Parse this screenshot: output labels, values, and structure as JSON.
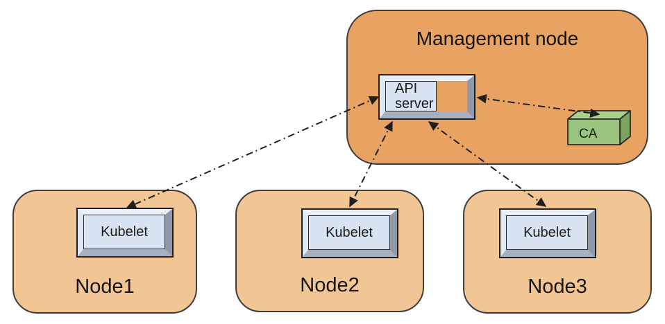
{
  "diagram": {
    "management_node": {
      "title": "Management node",
      "api_server_label": "API server",
      "ca_label": "CA"
    },
    "nodes": [
      {
        "label": "Node1",
        "component": "Kubelet"
      },
      {
        "label": "Node2",
        "component": "Kubelet"
      },
      {
        "label": "Node3",
        "component": "Kubelet"
      }
    ],
    "connections": [
      {
        "from": "kubelet-node1",
        "to": "api-server",
        "style": "dash-dot",
        "bidirectional": true
      },
      {
        "from": "kubelet-node2",
        "to": "api-server",
        "style": "dash-dot",
        "bidirectional": true
      },
      {
        "from": "kubelet-node3",
        "to": "api-server",
        "style": "dash-dot",
        "bidirectional": true
      },
      {
        "from": "api-server",
        "to": "ca",
        "style": "dash-dot",
        "bidirectional": true
      }
    ],
    "colors": {
      "management_fill": "#E8A262",
      "worker_fill": "#F2C694",
      "component_face": "#D9E4F2",
      "bevel_light": "#EAF0F7",
      "bevel_dark": "#8F99A9",
      "ca_front": "#9BC47E",
      "ca_top": "#ABD08D",
      "ca_side": "#7CA45F",
      "arrow": "#1f1f1f",
      "border": "#3d3d3d"
    }
  }
}
